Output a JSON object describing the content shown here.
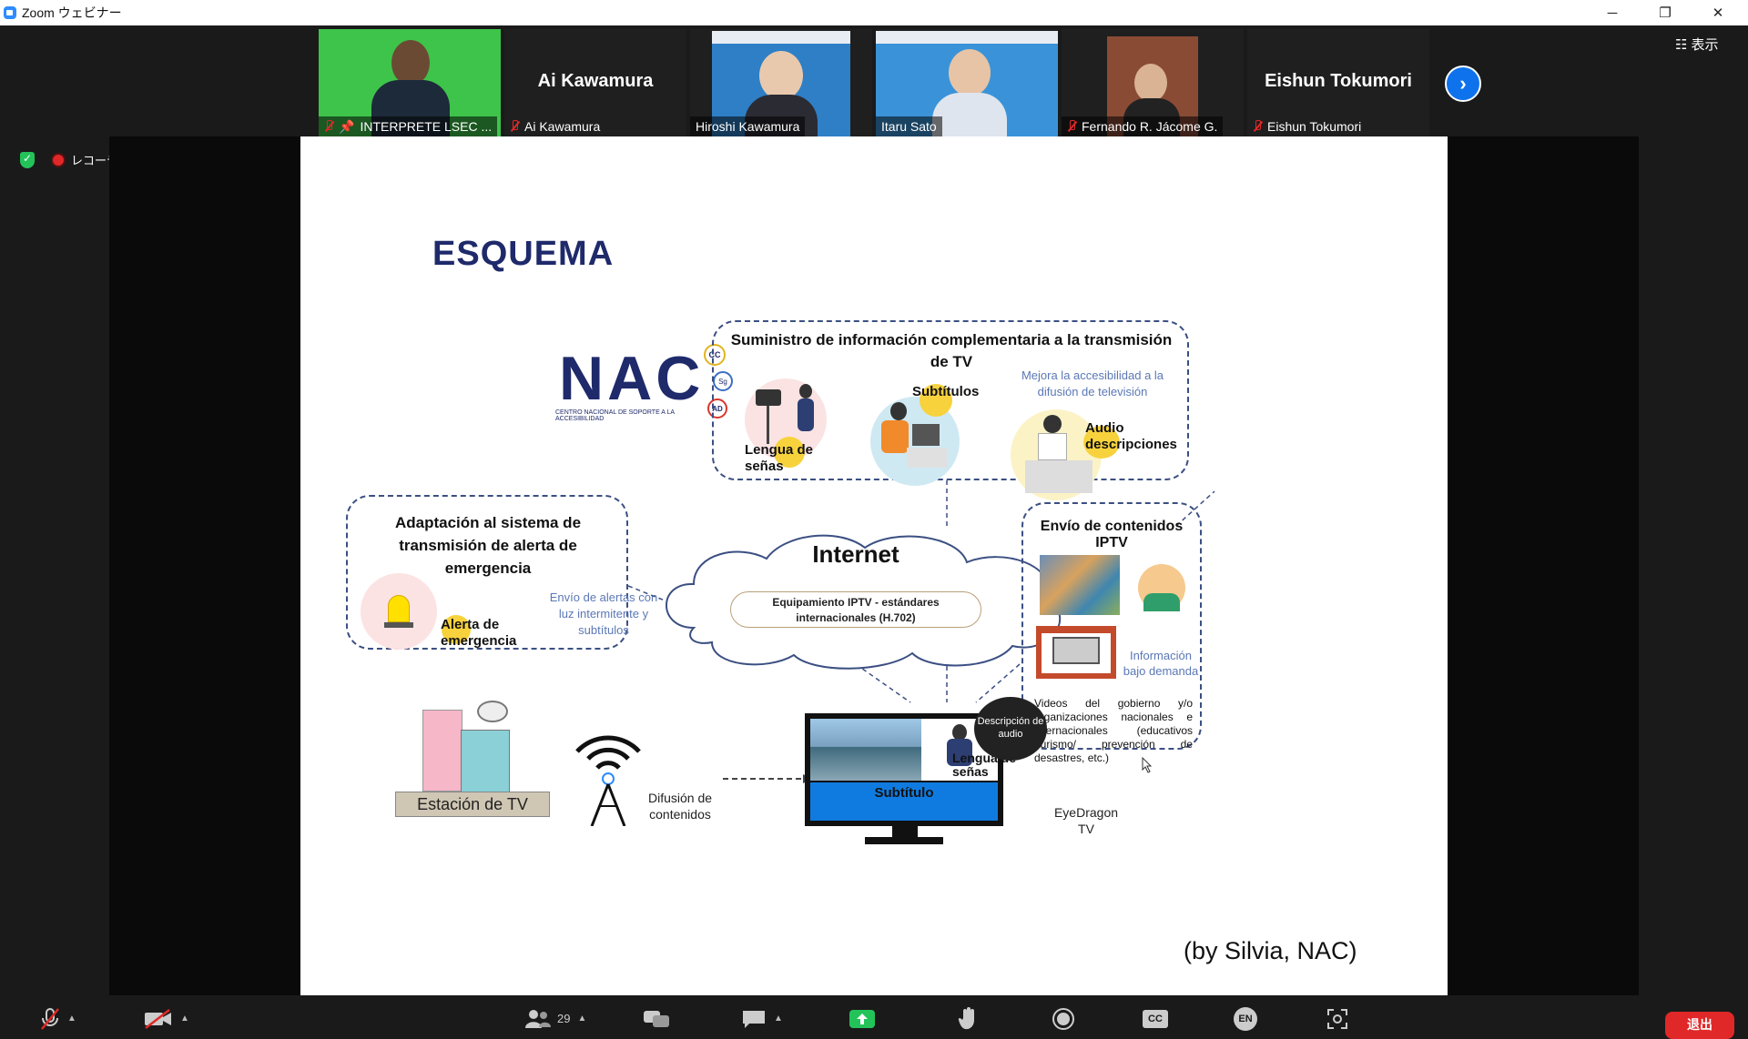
{
  "window": {
    "title": "Zoom ウェビナー",
    "minimize": "─",
    "restore": "❐",
    "close": "✕"
  },
  "gallery": {
    "tiles": [
      {
        "name": "INTERPRETE LSEC ..."
      },
      {
        "name": "Ai Kawamura",
        "big_name": "Ai Kawamura"
      },
      {
        "name": "Hiroshi Kawamura"
      },
      {
        "name": "Itaru Sato"
      },
      {
        "name": "Fernando R. Jácome G."
      },
      {
        "name": "Eishun Tokumori",
        "big_name": "Eishun Tokumori"
      }
    ],
    "next_icon": "›"
  },
  "view_button": {
    "icon": "☷",
    "label": "表示"
  },
  "recording": {
    "label": "レコーディング"
  },
  "slide": {
    "title": "ESQUEMA",
    "nac": {
      "logo": "NAC",
      "caption": "CENTRO NACIONAL DE SOPORTE A LA ACCESIBILIDAD",
      "badges": [
        "CC",
        "Sg",
        "AD"
      ]
    },
    "supply": {
      "heading": "Suministro de información complementaria a la transmisión de TV",
      "sign_language": "Lengua de señas",
      "subtitles": "Subtítulos",
      "note": "Mejora la accesibilidad a la difusión de televisión",
      "audio": "Audio descripciones"
    },
    "emergency": {
      "heading": "Adaptación al sistema de transmisión de alerta de emergencia",
      "alert": "Alerta de emergencia",
      "note": "Envío de alertas con luz intermitente y subtítulos"
    },
    "internet": {
      "title": "Internet",
      "equipment": "Equipamiento IPTV - estándares internacionales  (H.702)"
    },
    "iptv": {
      "heading": "Envío de contenidos IPTV",
      "on_demand": "Información bajo demanda",
      "body": "Videos del gobierno y/o organizaciones nacionales e internacionales (educativos /turismo/ prevención de desastres, etc.)"
    },
    "station": {
      "label": "Estación de TV"
    },
    "broadcast": {
      "label": "Difusión de contenidos"
    },
    "tv": {
      "subtitle": "Subtítulo",
      "sign": "Lengua de señas",
      "audio_desc": "Descripción de audio",
      "name": "EyeDragon TV"
    },
    "credit": "(by Silvia, NAC)"
  },
  "toolbar": {
    "participants_count": "29",
    "leave_label": "退出",
    "cc_label": "CC",
    "lang_label": "EN"
  },
  "colors": {
    "accent": "#2d8cff",
    "leave": "#e02828",
    "slide_title": "#1f2a6b",
    "share_green": "#23c35a"
  }
}
